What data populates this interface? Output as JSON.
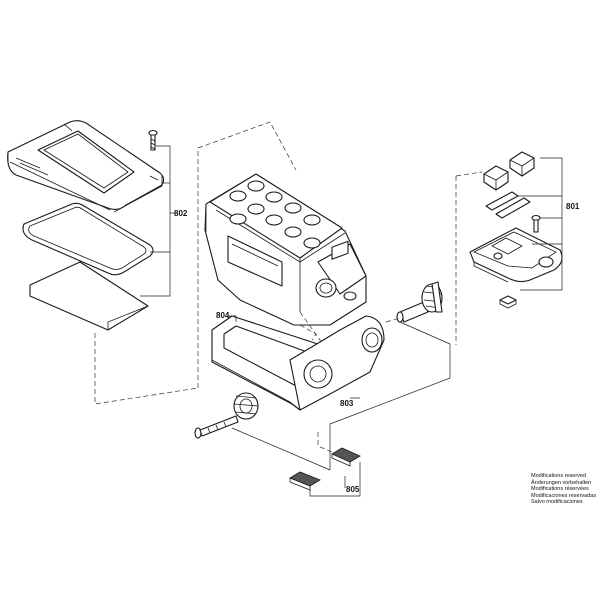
{
  "labels": {
    "l801": "801",
    "l802": "802",
    "l803": "803",
    "l804": "804",
    "l805": "805"
  },
  "notes": [
    "Modifications reserved",
    "Änderungen vorbehalten",
    "Modifications réservées",
    "Modificaciones reservadas",
    "Salvo modificaciones"
  ],
  "colors": {
    "line": "#1a1a1a",
    "background": "#ffffff"
  }
}
